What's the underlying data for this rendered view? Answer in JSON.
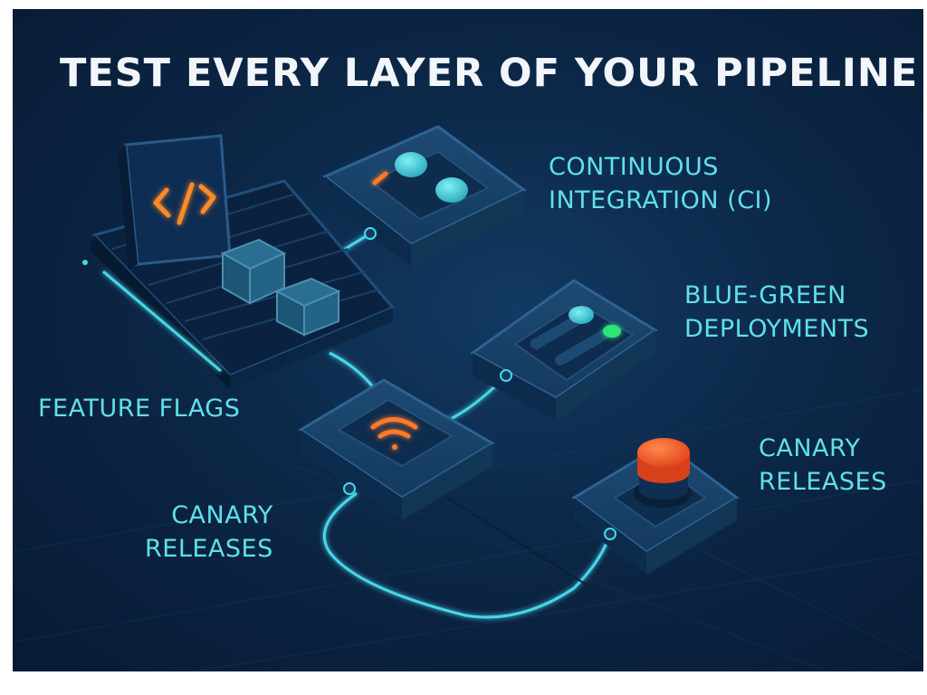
{
  "title": "TEST EVERY LAYER OF YOUR PIPELINE",
  "labels": {
    "ci": [
      "CONTINUOUS",
      "INTEGRATION (CI)"
    ],
    "blue_green": [
      "BLUE-GREEN",
      "DEPLOYMENTS"
    ],
    "feature_flags": "FEATURE FLAGS",
    "canary_left": [
      "CANARY",
      "RELEASES"
    ],
    "canary_right": [
      "CANARY",
      "RELEASES"
    ]
  },
  "colors": {
    "background": "#0c2747",
    "title": "#f2f6fb",
    "label": "#5fe0ea",
    "accent_orange": "#ff7a2b",
    "accent_cyan": "#46d6e6",
    "accent_green": "#2fe37a"
  },
  "icons": [
    "code-icon",
    "toggle-knobs-icon",
    "switch-icon",
    "wifi-icon",
    "red-button-icon",
    "boxes-icon"
  ]
}
